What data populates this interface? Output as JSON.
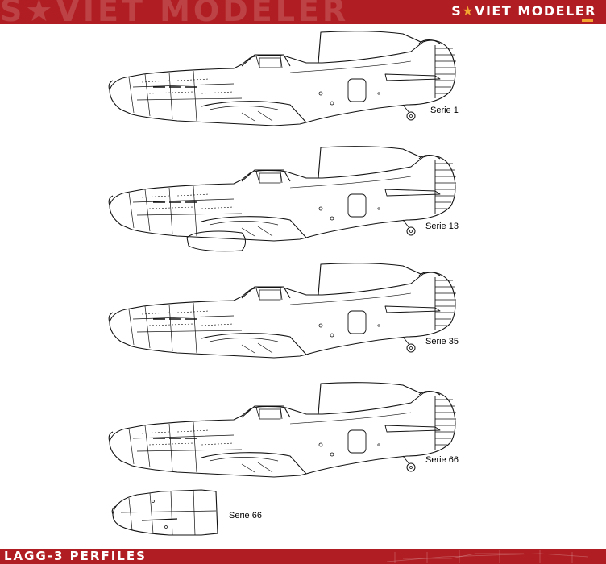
{
  "header": {
    "watermark": "S★VIET MODELER",
    "brand_prefix": "S",
    "brand_star": "★",
    "brand_suffix": "VIET MODELER"
  },
  "profiles": [
    {
      "label": "Serie 1"
    },
    {
      "label": "Serie 13"
    },
    {
      "label": "Serie 35"
    },
    {
      "label": "Serie 66"
    }
  ],
  "nose_detail": {
    "label": "Serie 66"
  },
  "footer": {
    "title": "LAGG-3 PERFILES"
  },
  "colors": {
    "bar": "#b01e23",
    "accent": "#f2a531",
    "line": "#111111"
  }
}
